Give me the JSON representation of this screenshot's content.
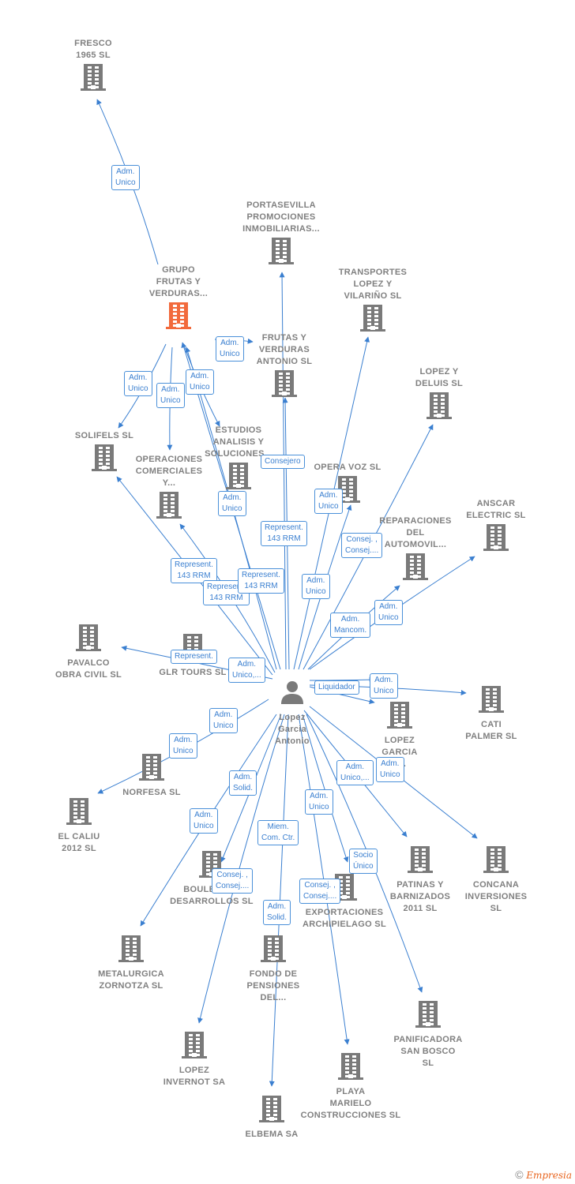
{
  "colors": {
    "edge": "#3a7fd0",
    "building": "#7a7a7a",
    "building_focus": "#f26a3c",
    "person": "#7a7a7a"
  },
  "center": {
    "id": "person",
    "lines": [
      "Lopez",
      "Garcia",
      "Antonio"
    ],
    "icon": "person-icon"
  },
  "nodes": [
    {
      "id": "fresco",
      "lines": [
        "FRESCO",
        "1965  SL"
      ],
      "icon": "building-icon"
    },
    {
      "id": "grupo",
      "lines": [
        "GRUPO",
        "FRUTAS Y",
        "VERDURAS..."
      ],
      "icon": "building-icon",
      "focus": true
    },
    {
      "id": "portasevilla",
      "lines": [
        "PORTASEVILLA",
        "PROMOCIONES",
        "INMOBILIARIAS..."
      ],
      "icon": "building-icon"
    },
    {
      "id": "transportes",
      "lines": [
        "TRANSPORTES",
        "LOPEZ Y",
        "VILARIÑO  SL"
      ],
      "icon": "building-icon"
    },
    {
      "id": "frutas-antonio",
      "lines": [
        "FRUTAS Y",
        "VERDURAS",
        "ANTONIO SL"
      ],
      "icon": "building-icon"
    },
    {
      "id": "lopez-deluis",
      "lines": [
        "LOPEZ Y",
        "DELUIS SL"
      ],
      "icon": "building-icon"
    },
    {
      "id": "solifels",
      "lines": [
        "SOLIFELS  SL"
      ],
      "icon": "building-icon"
    },
    {
      "id": "estudios",
      "lines": [
        "ESTUDIOS",
        "ANALISIS Y",
        "SOLUCIONES..."
      ],
      "icon": "building-icon"
    },
    {
      "id": "operaciones",
      "lines": [
        "OPERACIONES",
        "COMERCIALES",
        "Y..."
      ],
      "icon": "building-icon"
    },
    {
      "id": "opera-voz",
      "lines": [
        "OPERA VOZ SL"
      ],
      "icon": "building-icon"
    },
    {
      "id": "anscar",
      "lines": [
        "ANSCAR",
        "ELECTRIC SL"
      ],
      "icon": "building-icon"
    },
    {
      "id": "reparaciones",
      "lines": [
        "REPARACIONES",
        "DEL",
        "AUTOMOVIL..."
      ],
      "icon": "building-icon"
    },
    {
      "id": "pavalco",
      "lines": [
        "PAVALCO",
        "OBRA CIVIL  SL"
      ],
      "icon": "building-icon"
    },
    {
      "id": "glr",
      "lines": [
        "GLR TOURS SL"
      ],
      "icon": "building-icon"
    },
    {
      "id": "cati",
      "lines": [
        "CATI",
        "PALMER SL"
      ],
      "icon": "building-icon"
    },
    {
      "id": "lopez-garcia",
      "lines": [
        "LOPEZ",
        "GARCIA",
        "Y..."
      ],
      "icon": "building-icon"
    },
    {
      "id": "norfesa",
      "lines": [
        "NORFESA SL"
      ],
      "icon": "building-icon"
    },
    {
      "id": "el-caliu",
      "lines": [
        "EL CALIU",
        "2012 SL"
      ],
      "icon": "building-icon"
    },
    {
      "id": "patinas",
      "lines": [
        "PATINAS Y",
        "BARNIZADOS",
        "2011 SL"
      ],
      "icon": "building-icon"
    },
    {
      "id": "concana",
      "lines": [
        "CONCANA",
        "INVERSIONES",
        "SL"
      ],
      "icon": "building-icon"
    },
    {
      "id": "boulevard",
      "lines": [
        "BOULEVARD",
        "DESARROLLOS SL"
      ],
      "icon": "building-icon"
    },
    {
      "id": "exportaciones",
      "lines": [
        "EXPORTACIONES",
        "ARCHIPIELAGO SL"
      ],
      "icon": "building-icon"
    },
    {
      "id": "metalurgica",
      "lines": [
        "METALURGICA",
        "ZORNOTZA SL"
      ],
      "icon": "building-icon"
    },
    {
      "id": "fondo",
      "lines": [
        "FONDO DE",
        "PENSIONES",
        "DEL..."
      ],
      "icon": "building-icon"
    },
    {
      "id": "panificadora",
      "lines": [
        "PANIFICADORA",
        "SAN BOSCO",
        "SL"
      ],
      "icon": "building-icon"
    },
    {
      "id": "lopez-invernot",
      "lines": [
        "LOPEZ",
        "INVERNOT SA"
      ],
      "icon": "building-icon"
    },
    {
      "id": "playa",
      "lines": [
        "PLAYA",
        "MARIELO",
        "CONSTRUCCIONES SL"
      ],
      "icon": "building-icon"
    },
    {
      "id": "elbema",
      "lines": [
        "ELBEMA SA"
      ],
      "icon": "building-icon"
    }
  ],
  "edge_labels": [
    {
      "lines": [
        "Adm.",
        "Unico"
      ]
    },
    {
      "lines": [
        "Adm.",
        "Unico"
      ]
    },
    {
      "lines": [
        "Adm.",
        "Unico"
      ]
    },
    {
      "lines": [
        "Adm.",
        "Unico"
      ]
    },
    {
      "lines": [
        "Adm.",
        "Unico"
      ]
    },
    {
      "lines": [
        "Consejero"
      ]
    },
    {
      "lines": [
        "Adm.",
        "Unico"
      ]
    },
    {
      "lines": [
        "Adm.",
        "Unico"
      ]
    },
    {
      "lines": [
        "Represent.",
        "143 RRM"
      ]
    },
    {
      "lines": [
        "Consej. ,",
        "Consej...."
      ]
    },
    {
      "lines": [
        "Represent.",
        "143 RRM"
      ]
    },
    {
      "lines": [
        "Represent.",
        "143 RRM"
      ]
    },
    {
      "lines": [
        "Represent.",
        "143 RRM"
      ]
    },
    {
      "lines": [
        "Adm.",
        "Unico"
      ]
    },
    {
      "lines": [
        "Adm.",
        "Unico"
      ]
    },
    {
      "lines": [
        "Adm.",
        "Mancom."
      ]
    },
    {
      "lines": [
        "Represent."
      ]
    },
    {
      "lines": [
        "Adm.",
        "Unico,..."
      ]
    },
    {
      "lines": [
        "Liquidador"
      ]
    },
    {
      "lines": [
        "Adm.",
        "Unico"
      ]
    },
    {
      "lines": [
        "Adm.",
        "Unico"
      ]
    },
    {
      "lines": [
        "Adm.",
        "Unico"
      ]
    },
    {
      "lines": [
        "Adm.",
        "Unico,..."
      ]
    },
    {
      "lines": [
        "Adm.",
        "Unico"
      ]
    },
    {
      "lines": [
        "Adm.",
        "Solid."
      ]
    },
    {
      "lines": [
        "Adm.",
        "Unico"
      ]
    },
    {
      "lines": [
        "Adm.",
        "Unico"
      ]
    },
    {
      "lines": [
        "Miem.",
        "Com. Ctr."
      ]
    },
    {
      "lines": [
        "Socio",
        "Único"
      ]
    },
    {
      "lines": [
        "Consej. ,",
        "Consej...."
      ]
    },
    {
      "lines": [
        "Consej. ,",
        "Consej...."
      ]
    },
    {
      "lines": [
        "Adm.",
        "Solid."
      ]
    }
  ],
  "footer": {
    "copyright": "©",
    "brand": "Empresia"
  }
}
